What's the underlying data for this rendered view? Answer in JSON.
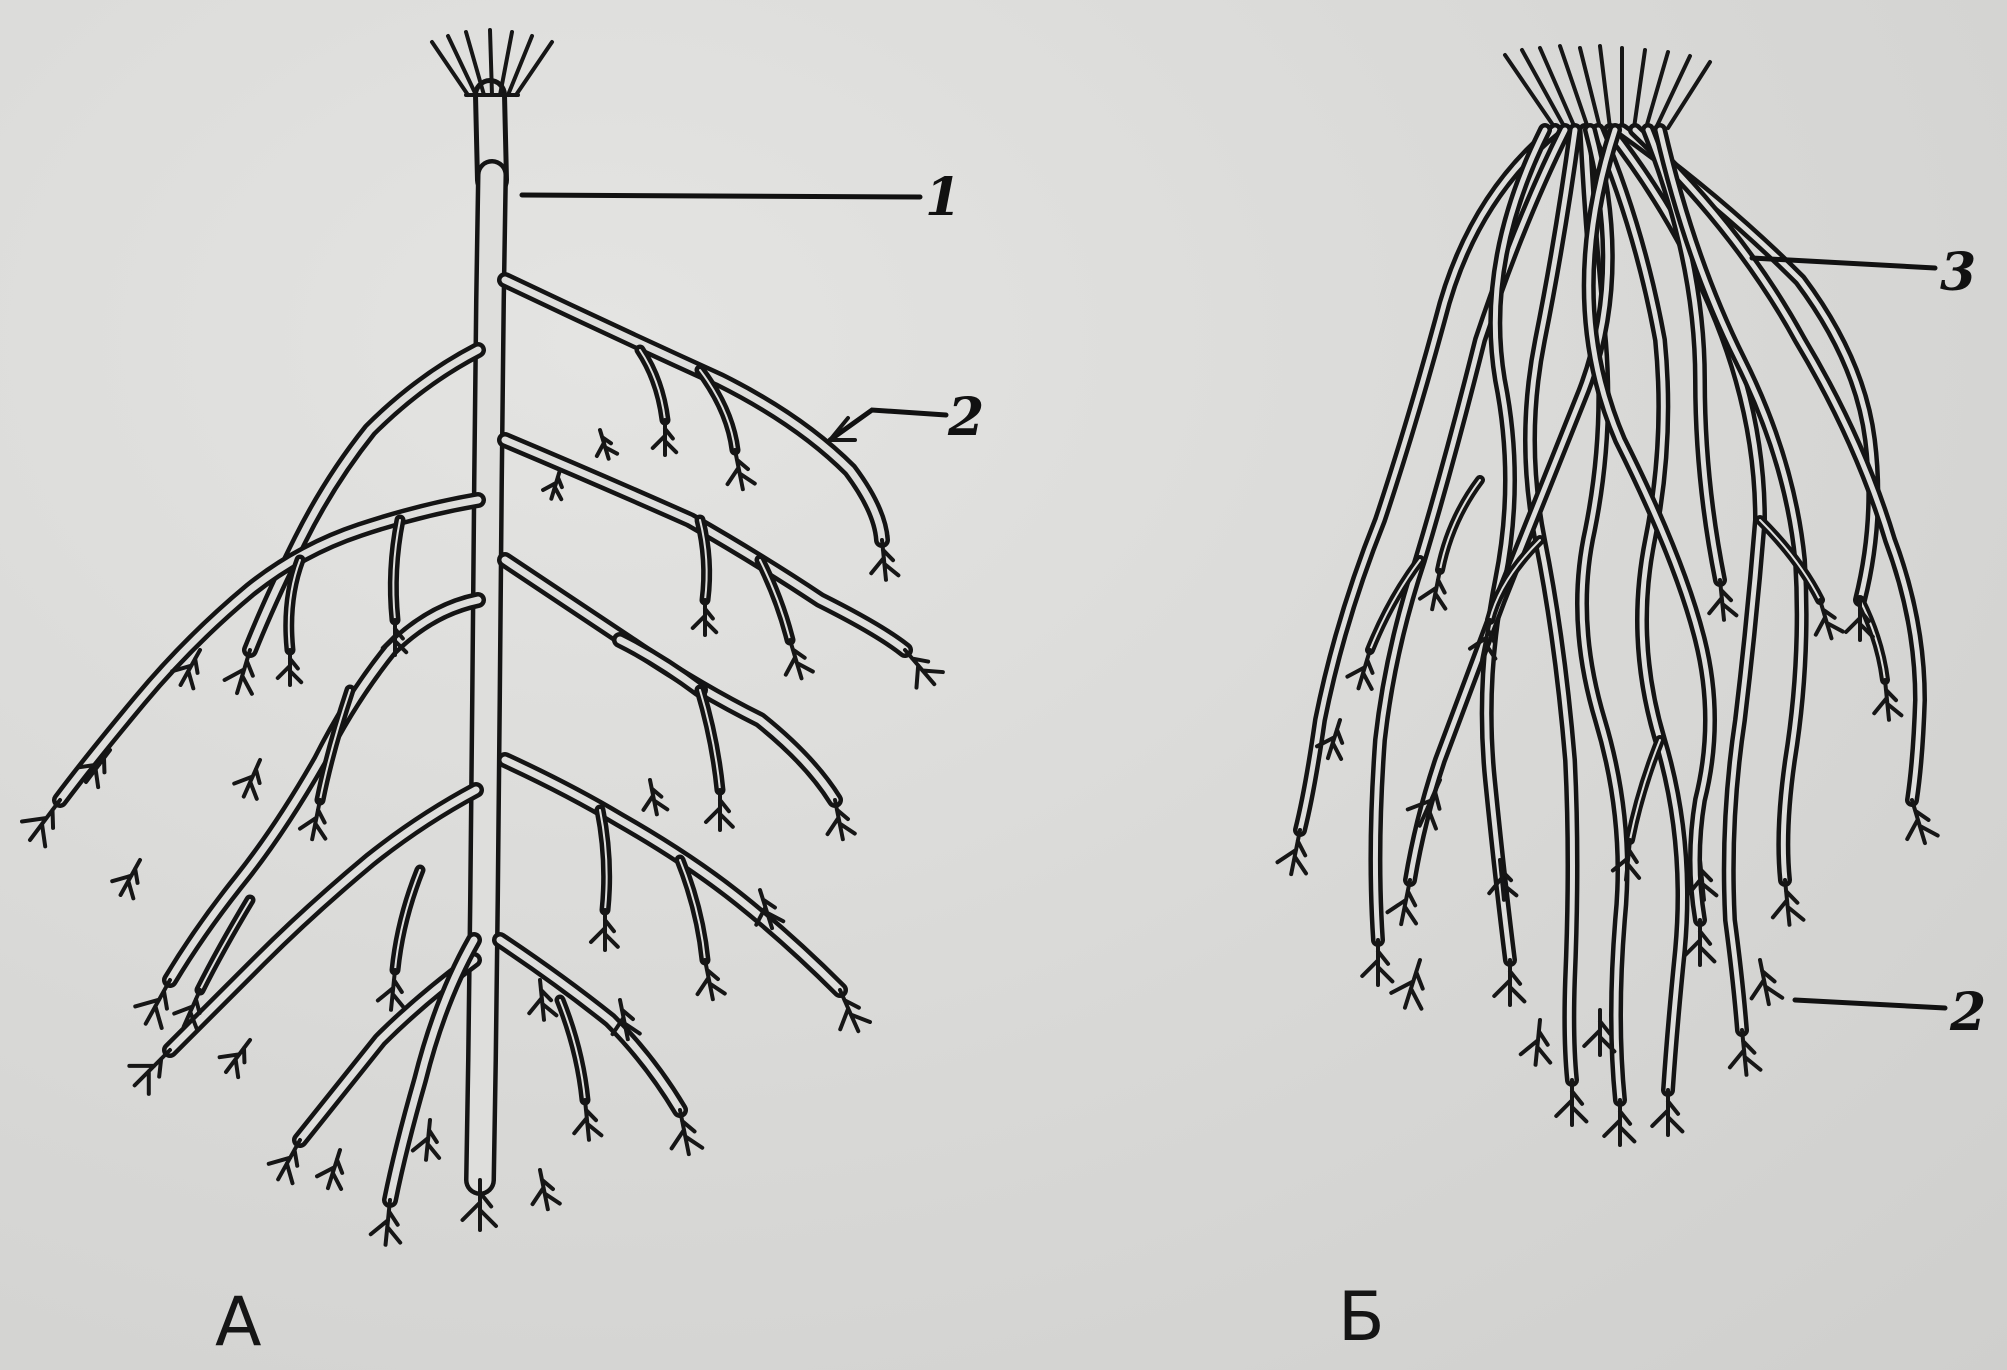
{
  "figure": {
    "panels": [
      {
        "id": "A",
        "letter": "А",
        "callouts": [
          "1",
          "2"
        ]
      },
      {
        "id": "B",
        "letter": "Б",
        "callouts": [
          "3",
          "2"
        ]
      }
    ]
  },
  "colors": {
    "paper": "#d9d9d7",
    "ink": "#141414"
  }
}
